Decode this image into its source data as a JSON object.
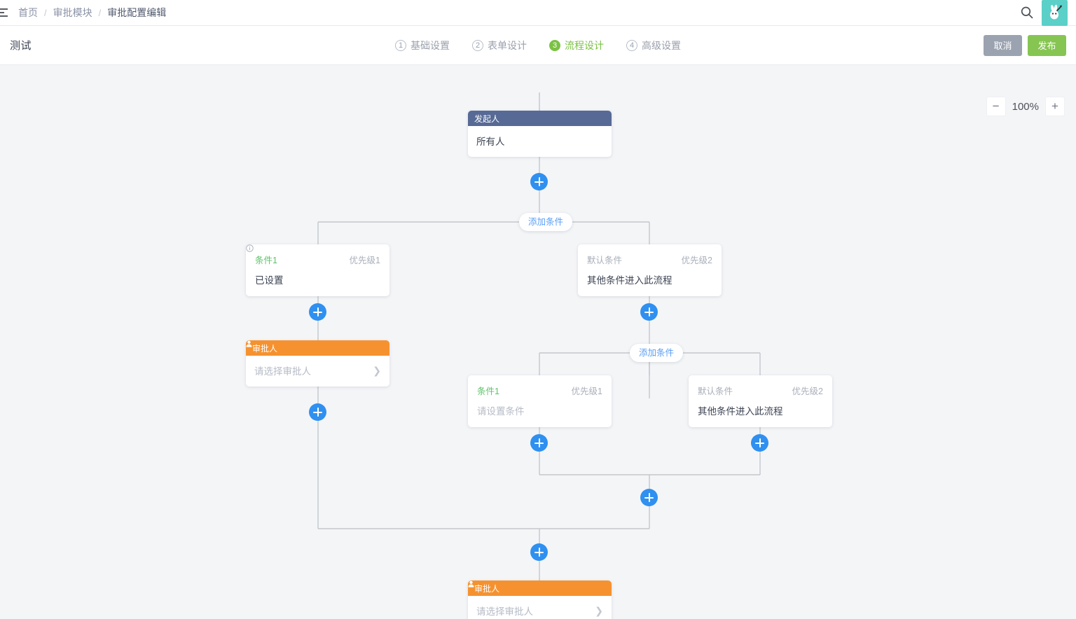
{
  "topbar": {
    "collapse_icon": "menu-collapse-icon",
    "breadcrumb": [
      {
        "label": "首页",
        "type": "link"
      },
      {
        "label": "审批模块",
        "type": "link"
      },
      {
        "label": "审批配置编辑",
        "type": "current"
      }
    ],
    "separator": "/",
    "search_icon": "search-icon",
    "avatar_icon": "rabbit-avatar-icon",
    "avatar_color": "#5ad0c8"
  },
  "subheader": {
    "title": "测试",
    "steps": [
      {
        "num": "①",
        "label": "基础设置",
        "active": false
      },
      {
        "num": "②",
        "label": "表单设计",
        "active": false
      },
      {
        "num": "③",
        "label": "流程设计",
        "active": true
      },
      {
        "num": "④",
        "label": "高级设置",
        "active": false
      }
    ],
    "cancel_label": "取消",
    "publish_label": "发布",
    "active_color": "#7bc144",
    "cancel_color": "#9ba3b0",
    "publish_color": "#86c552"
  },
  "canvas": {
    "zoom": {
      "minus_label": "−",
      "value": "100%",
      "plus_label": "+"
    },
    "colors": {
      "initiator_header": "#576a95",
      "approver_header": "#f5922f",
      "plus_button": "#2f90f0",
      "add_condition_text": "#5b9ef5",
      "condition_name": "#5ec26a",
      "line": "#c4c7cc"
    },
    "nodes": {
      "initiator": {
        "header": "发起人",
        "body": "所有人"
      },
      "approver_left": {
        "header": "审批人",
        "icon": "person-icon",
        "body": "请选择审批人",
        "is_placeholder": true
      },
      "approver_bottom": {
        "header": "审批人",
        "icon": "person-icon",
        "body": "请选择审批人",
        "is_placeholder": true
      },
      "condition_1": {
        "name": "条件1",
        "priority": "优先级1",
        "value": "已设置",
        "has_info_icon": true,
        "is_placeholder": false,
        "is_default": false
      },
      "condition_default_1": {
        "name": "默认条件",
        "priority": "优先级2",
        "value": "其他条件进入此流程",
        "has_info_icon": false,
        "is_placeholder": false,
        "is_default": true
      },
      "condition_2": {
        "name": "条件1",
        "priority": "优先级1",
        "value": "请设置条件",
        "has_info_icon": false,
        "is_placeholder": true,
        "is_default": false
      },
      "condition_default_2": {
        "name": "默认条件",
        "priority": "优先级2",
        "value": "其他条件进入此流程",
        "has_info_icon": false,
        "is_placeholder": false,
        "is_default": true
      }
    },
    "add_condition_buttons": [
      {
        "label": "添加条件"
      },
      {
        "label": "添加条件"
      }
    ]
  }
}
